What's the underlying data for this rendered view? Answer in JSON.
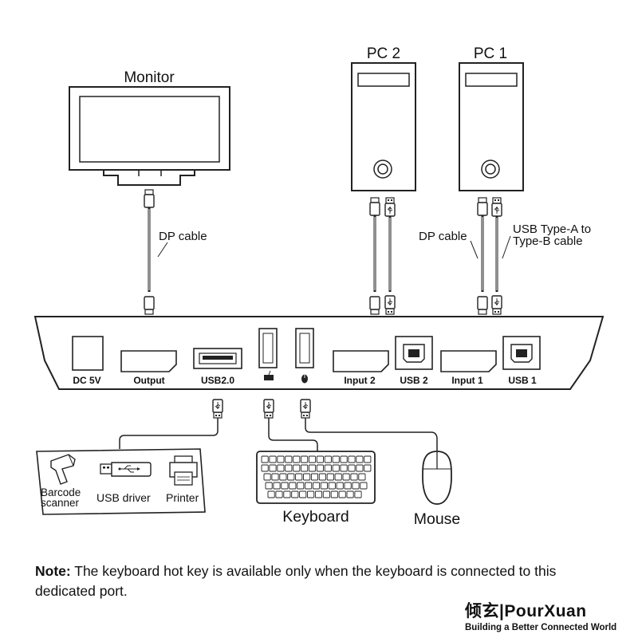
{
  "devices": {
    "monitor": "Monitor",
    "pc2": "PC 2",
    "pc1": "PC 1",
    "barcode_scanner_line1": "Barcode",
    "barcode_scanner_line2": "scanner",
    "usb_driver": "USB driver",
    "printer": "Printer",
    "keyboard": "Keyboard",
    "mouse": "Mouse"
  },
  "cables": {
    "dp_monitor": "DP cable",
    "dp_pc": "DP cable",
    "usb_ab_line1": "USB Type-A to",
    "usb_ab_line2": "Type-B cable"
  },
  "ports": {
    "dc": "DC 5V",
    "output": "Output",
    "usb20": "USB2.0",
    "input2": "Input 2",
    "usb2": "USB 2",
    "input1": "Input 1",
    "usb1": "USB 1"
  },
  "note": {
    "label": "Note:",
    "text": " The keyboard hot key is available only when the keyboard is connected to this dedicated port."
  },
  "brand": {
    "logo_text": "倾玄|PourXuan",
    "tagline": "Building a Better Connected World"
  }
}
